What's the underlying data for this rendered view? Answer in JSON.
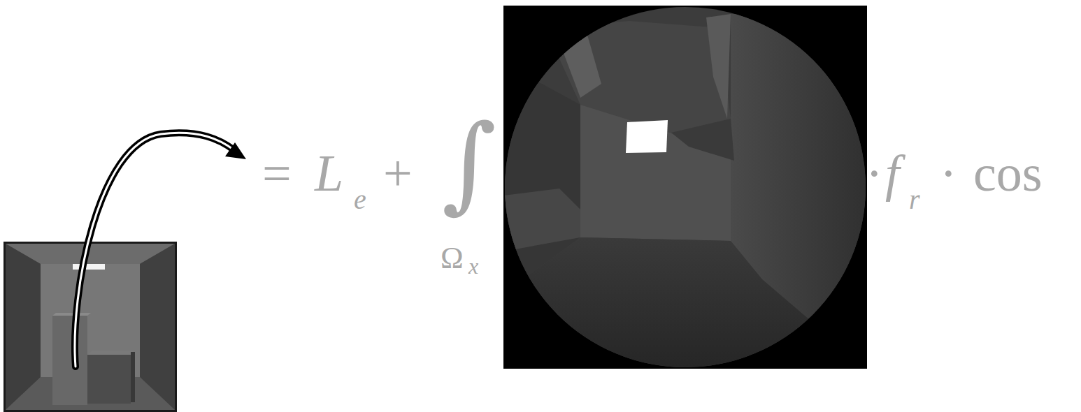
{
  "diagram": {
    "labels": [
      "=",
      "L",
      "e",
      "+",
      "∫",
      "Ω",
      "x",
      "·",
      "f",
      "r",
      "·",
      "cos"
    ]
  }
}
